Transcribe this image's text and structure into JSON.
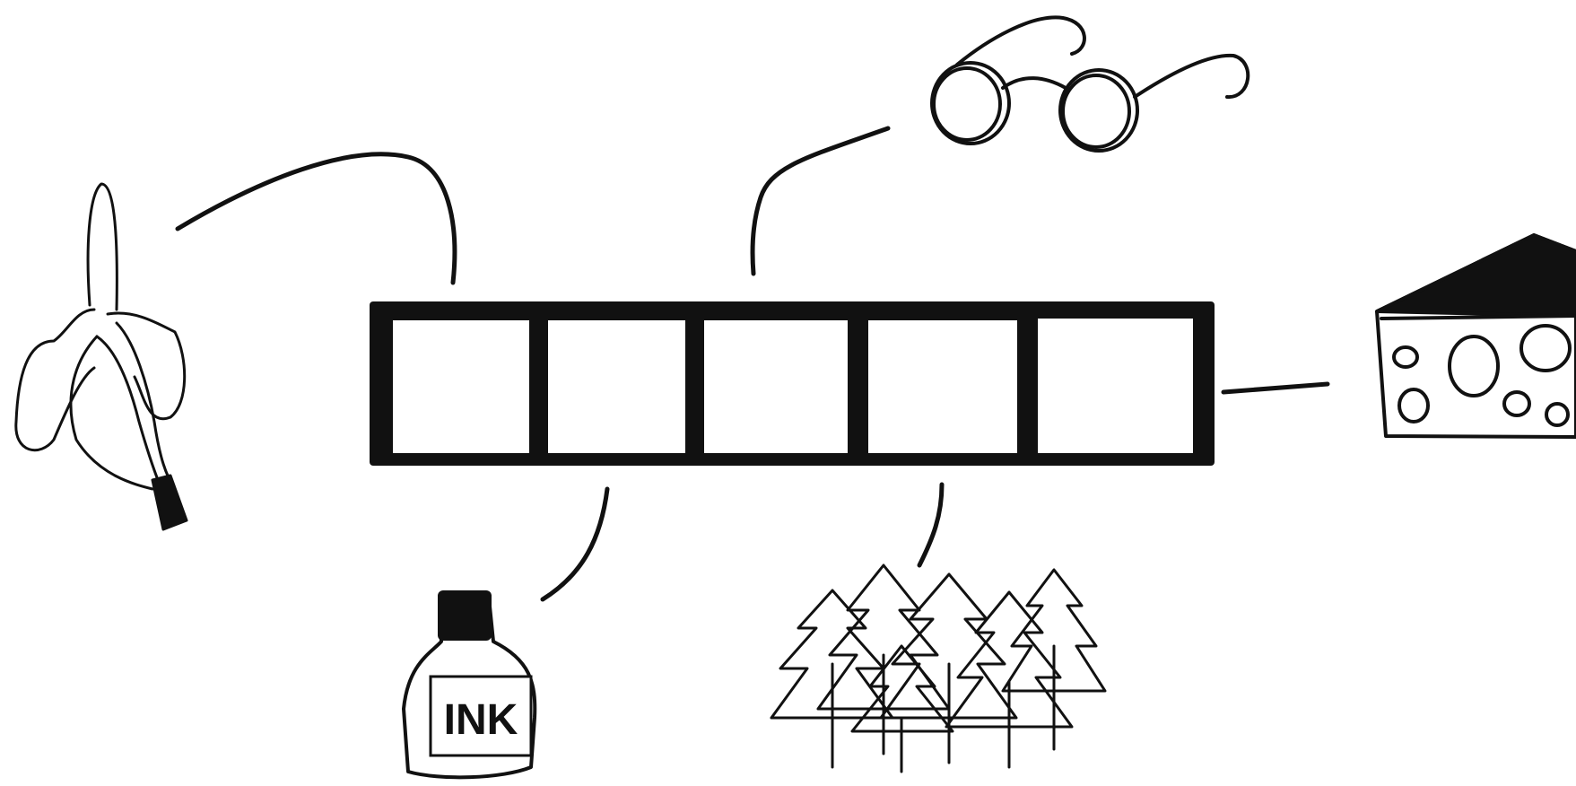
{
  "diagram": {
    "boxes": [
      {
        "id": "box-1"
      },
      {
        "id": "box-2"
      },
      {
        "id": "box-3"
      },
      {
        "id": "box-4"
      },
      {
        "id": "box-5"
      }
    ],
    "pictures": [
      {
        "id": "banana",
        "connects_to_box": 1
      },
      {
        "id": "glasses",
        "connects_to_box": 3
      },
      {
        "id": "cheese",
        "connects_to_box": 5
      },
      {
        "id": "ink-bottle",
        "connects_to_box": 2,
        "label": "INK"
      },
      {
        "id": "forest",
        "connects_to_box": 4
      }
    ],
    "ink_color": "#111111"
  }
}
